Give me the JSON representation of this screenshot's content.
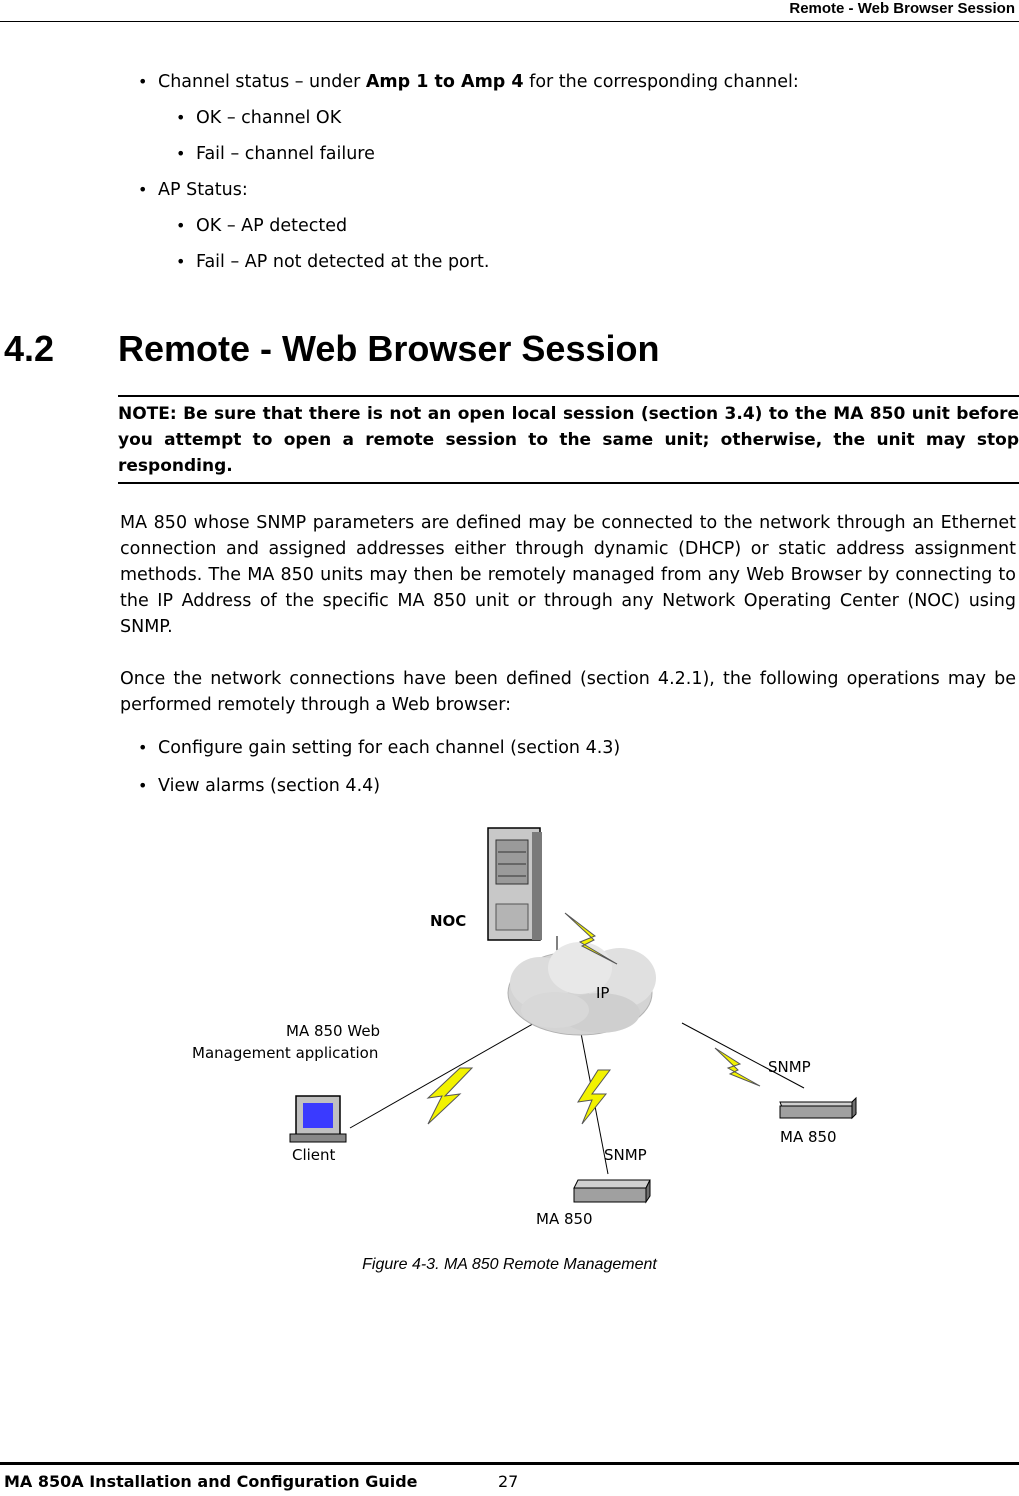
{
  "header": {
    "running_title": "Remote - Web Browser Session"
  },
  "status_list": [
    {
      "before": "Channel status – under ",
      "bold": "Amp 1 to Amp 4",
      "after": " for the corresponding channel:"
    },
    {
      "text": "OK – channel OK"
    },
    {
      "text": "Fail – channel failure"
    },
    {
      "text": "AP Status:"
    },
    {
      "text": "OK – AP detected"
    },
    {
      "text": "Fail – AP not detected at the port."
    }
  ],
  "section": {
    "number": "4.2",
    "title": "Remote - Web Browser Session"
  },
  "note": "NOTE: Be sure that there is not an open local session (section 3.4) to the MA 850 unit before you attempt to open a remote session to the same unit; otherwise, the unit may stop responding.",
  "paragraphs": [
    "MA 850 whose SNMP parameters are defined may be connected to the network through an Ethernet connection and assigned addresses either through dynamic (DHCP) or static address assignment methods. The MA 850 units may then be remotely managed from any Web Browser by connecting to the IP Address of the specific MA 850 unit or through any Network Operating Center (NOC) using SNMP.",
    "Once the network connections have been defined (section 4.2.1), the following operations may be performed remotely through a Web browser:"
  ],
  "operations": [
    "Configure gain setting for each channel (section 4.3)",
    "View alarms (section 4.4)"
  ],
  "figure": {
    "labels": {
      "noc": "NOC",
      "ip": "IP",
      "app_line1": "MA 850 Web",
      "app_line2": "Management application",
      "client": "Client",
      "snmp_right": "SNMP",
      "ma850_right": "MA 850",
      "snmp_bottom": "SNMP",
      "ma850_bottom": "MA 850"
    },
    "colors": {
      "lightning": "#f2f200",
      "cloud": "#d8d8d8"
    },
    "caption": "Figure 4-3.  MA 850 Remote Management"
  },
  "footer": {
    "guide_title": "MA 850A Installation and Configuration Guide",
    "page_number": "27"
  }
}
